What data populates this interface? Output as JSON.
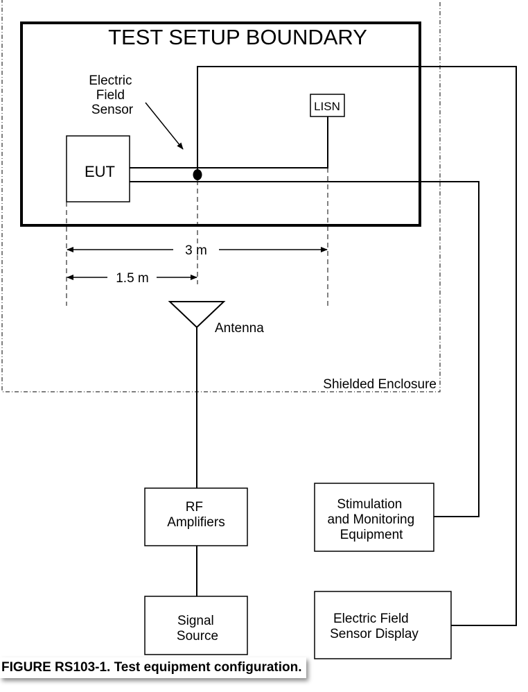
{
  "boundary_title": "TEST SETUP BOUNDARY",
  "sensor_label": [
    "Electric",
    "Field",
    "Sensor"
  ],
  "lisn_label": "LISN",
  "eut_label": "EUT",
  "dim_3m": "3 m",
  "dim_1_5m": "1.5 m",
  "antenna_label": "Antenna",
  "enclosure_label": "Shielded Enclosure",
  "rf_amp_label": [
    "RF",
    "Amplifiers"
  ],
  "signal_source_label": [
    "Signal",
    "Source"
  ],
  "stimulation_label": [
    "Stimulation",
    "and Monitoring",
    "Equipment"
  ],
  "sensor_display_label": [
    "Electric Field",
    "Sensor Display"
  ],
  "caption": "FIGURE RS103-1.  Test equipment configuration."
}
